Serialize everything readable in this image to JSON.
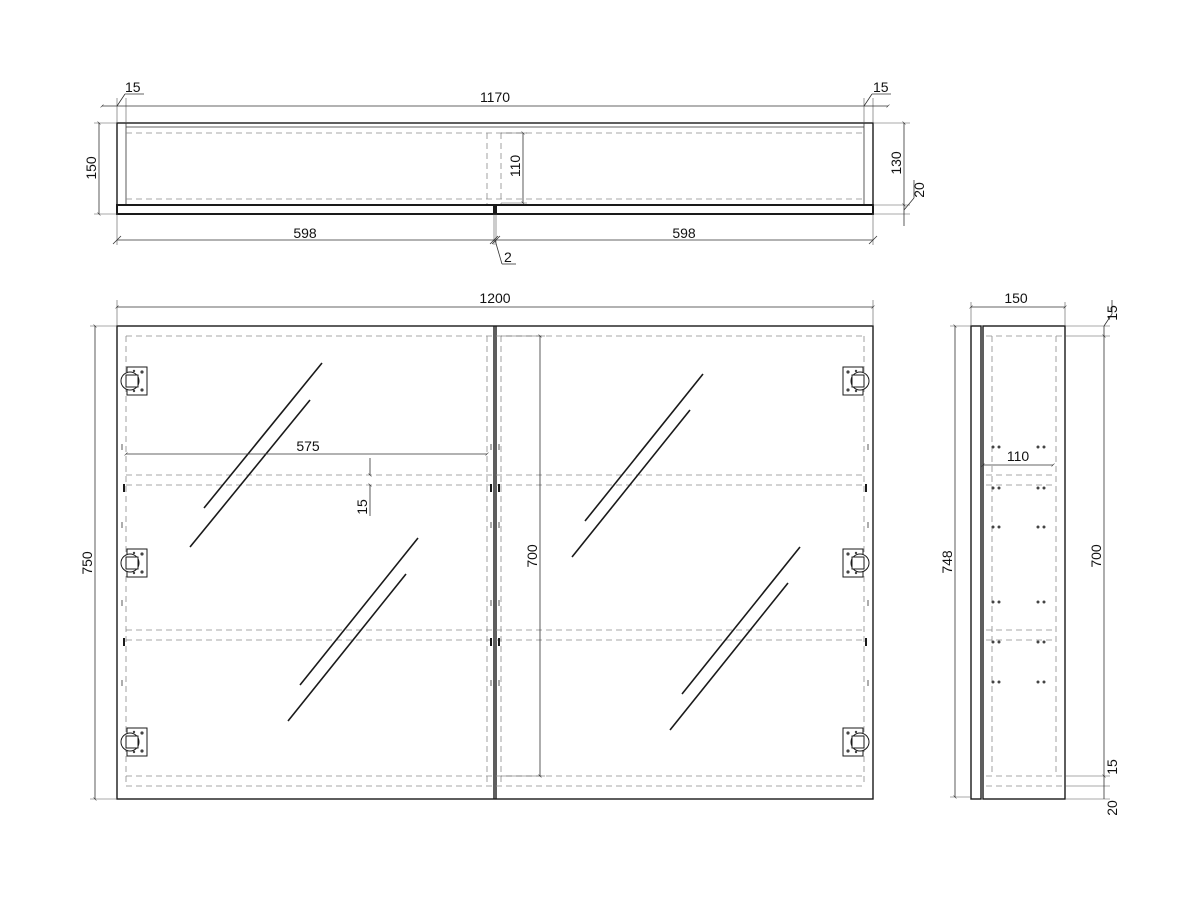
{
  "top_view": {
    "overall_width": "1170",
    "side_left": "15",
    "side_right": "15",
    "depth": "150",
    "inner_depth": "130",
    "shelf_depth": "110",
    "door_thickness": "20",
    "door_left": "598",
    "door_right": "598",
    "door_gap": "2"
  },
  "front_view": {
    "width": "1200",
    "height": "750",
    "shelf_width": "575",
    "shelf_thickness": "15",
    "inner_height": "700"
  },
  "side_view": {
    "depth": "150",
    "shelf_depth": "110",
    "height": "748",
    "inner_height": "700",
    "top_panel": "15",
    "bottom_panel": "15",
    "door_thickness": "20"
  }
}
